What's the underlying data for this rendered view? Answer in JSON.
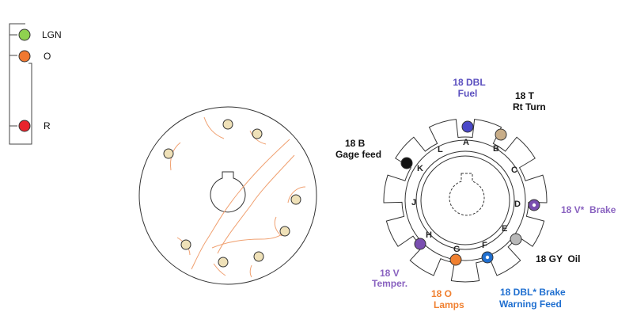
{
  "legend": {
    "items": [
      {
        "code": "LGN",
        "color": "#8fd14f"
      },
      {
        "code": "O",
        "color": "#f07830"
      },
      {
        "code": "R",
        "color": "#e8242c"
      }
    ]
  },
  "connector": {
    "pins": [
      "A",
      "B",
      "C",
      "D",
      "E",
      "F",
      "G",
      "H",
      "J",
      "K",
      "L"
    ],
    "wires": [
      {
        "pin": "A",
        "lines": [
          "18 DBL",
          "Fuel"
        ],
        "label_color": "#5b4fbf",
        "wire_color": "#4a48c8"
      },
      {
        "pin": "B",
        "lines": [
          "18 T",
          "Rt Turn"
        ],
        "label_color": "#111111",
        "wire_color": "#c8ad88"
      },
      {
        "pin": "D",
        "lines": [
          "18 V*  Brake"
        ],
        "label_color": "#8a63c0",
        "wire_color": "#7a4fb0"
      },
      {
        "pin": "E",
        "lines": [
          "18 GY  Oil"
        ],
        "label_color": "#111111",
        "wire_color": "#b8b8b8"
      },
      {
        "pin": "F",
        "lines": [
          "18 DBL* Brake",
          "Warning Feed"
        ],
        "label_color": "#1f6fd0",
        "wire_color": "#1f6fd0"
      },
      {
        "pin": "G",
        "lines": [
          "18 O",
          "Lamps"
        ],
        "label_color": "#f08030",
        "wire_color": "#f08030"
      },
      {
        "pin": "H",
        "lines": [
          "18 V",
          "Temper."
        ],
        "label_color": "#8a63c0",
        "wire_color": "#7a4fb0"
      },
      {
        "pin": "K",
        "lines": [
          "18 B",
          "Gage feed"
        ],
        "label_color": "#111111",
        "wire_color": "#111111"
      }
    ]
  }
}
